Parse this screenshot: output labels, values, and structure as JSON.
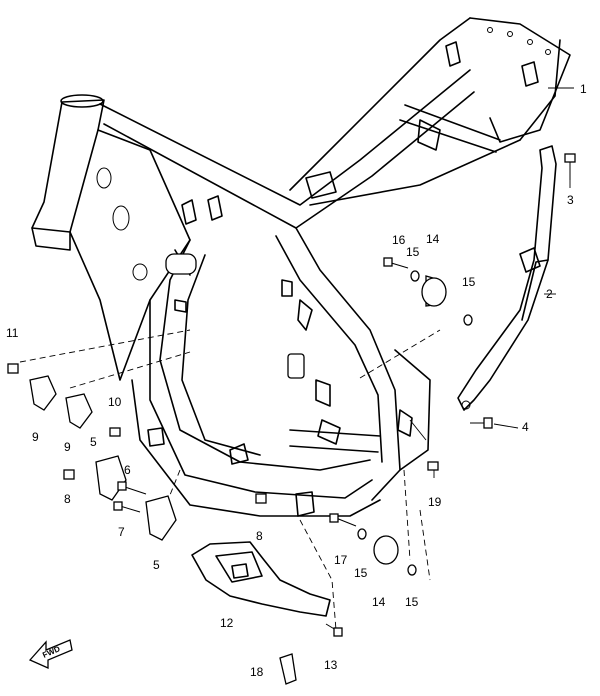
{
  "callouts": {
    "c1": "1",
    "c2": "2",
    "c3": "3",
    "c4": "4",
    "c5a": "5",
    "c5b": "5",
    "c6": "6",
    "c7": "7",
    "c8a": "8",
    "c8b": "8",
    "c9a": "9",
    "c9b": "9",
    "c10": "10",
    "c11": "11",
    "c12": "12",
    "c13": "13",
    "c14a": "14",
    "c14b": "14",
    "c15a": "15",
    "c15b": "15",
    "c15c": "15",
    "c15d": "15",
    "c16": "16",
    "c17": "17",
    "c18": "18",
    "c19": "19"
  },
  "direction_marker": "FWD"
}
